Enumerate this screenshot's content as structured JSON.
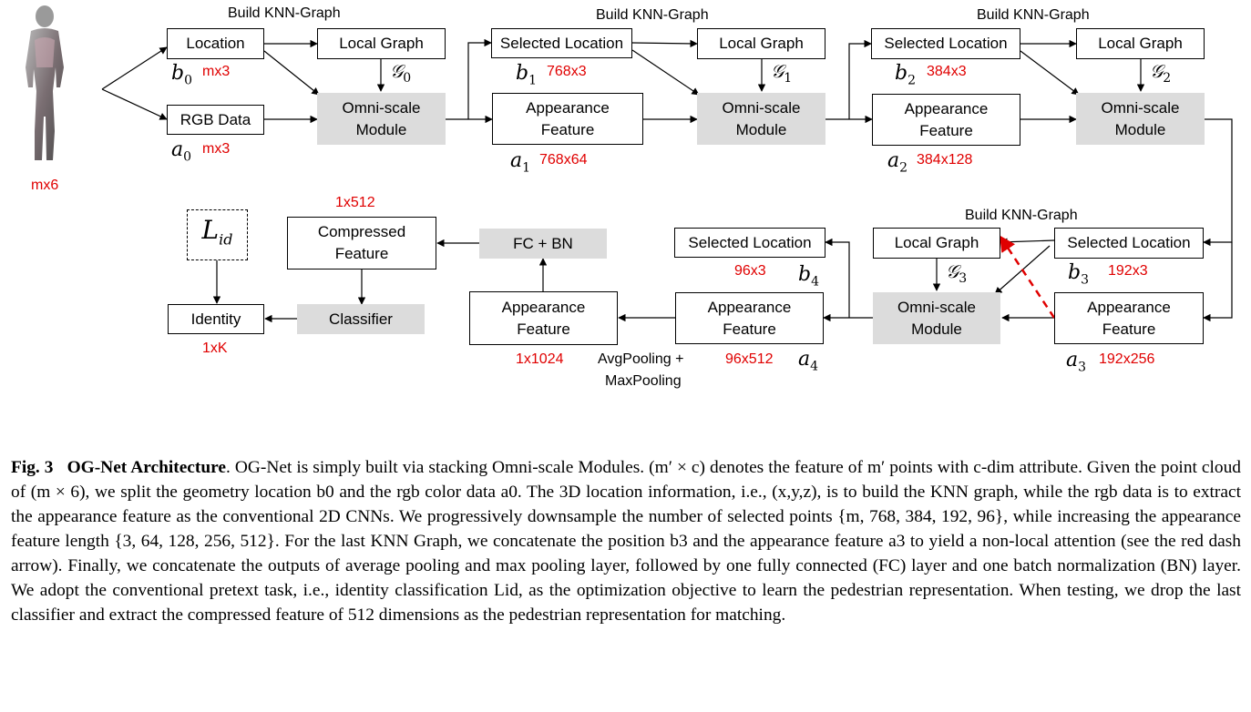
{
  "input": {
    "shape_label": "mx6"
  },
  "knn_title": "Build KNN-Graph",
  "stage0": {
    "location": "Location",
    "rgb": "RGB Data",
    "local_graph": "Local Graph",
    "omni": "Omni-scale Module",
    "b_var": "b",
    "b_sub": "0",
    "b_shape": "mx3",
    "a_var": "a",
    "a_sub": "0",
    "a_shape": "mx3",
    "g_sub": "0"
  },
  "stage1": {
    "selected": "Selected Location",
    "appearance": "Appearance Feature",
    "local_graph": "Local Graph",
    "omni": "Omni-scale Module",
    "b_sub": "1",
    "b_shape": "768x3",
    "a_sub": "1",
    "a_shape": "768x64",
    "g_sub": "1"
  },
  "stage2": {
    "selected": "Selected Location",
    "appearance": "Appearance Feature",
    "local_graph": "Local Graph",
    "omni": "Omni-scale Module",
    "b_sub": "2",
    "b_shape": "384x3",
    "a_sub": "2",
    "a_shape": "384x128",
    "g_sub": "2"
  },
  "stage3": {
    "selected": "Selected Location",
    "appearance": "Appearance Feature",
    "local_graph": "Local Graph",
    "omni": "Omni-scale Module",
    "b_sub": "3",
    "b_shape": "192x3",
    "a_sub": "3",
    "a_shape": "192x256",
    "g_sub": "3"
  },
  "stage4": {
    "selected": "Selected Location",
    "appearance": "Appearance Feature",
    "b_sub": "4",
    "b_shape": "96x3",
    "a_sub": "4",
    "a_shape": "96x512"
  },
  "head": {
    "pooled": "Appearance Feature",
    "pooled_shape": "1x1024",
    "pooling_label_1": "AvgPooling +",
    "pooling_label_2": "MaxPooling",
    "fcbn": "FC + BN",
    "compressed": "Compressed Feature",
    "compressed_shape": "1x512",
    "classifier": "Classifier",
    "identity": "Identity",
    "identity_shape": "1xK",
    "loss_var": "L",
    "loss_sub": "id"
  },
  "caption": {
    "fig_label": "Fig. 3",
    "title": "OG-Net Architecture",
    "text": ". OG-Net is simply built via stacking Omni-scale Modules. (m′ × c) denotes the feature of m′ points with c-dim attribute. Given the point cloud of (m × 6), we split the geometry location b0 and the rgb color data a0. The 3D location information, i.e., (x,y,z), is to build the KNN graph, while the rgb data is to extract the appearance feature as the conventional 2D CNNs. We progressively downsample the number of selected points {m, 768, 384, 192, 96}, while increasing the appearance feature length {3, 64, 128, 256, 512}. For the last KNN Graph, we concatenate the position b3 and the appearance feature a3 to yield a non-local attention (see the red dash arrow). Finally, we concatenate the outputs of average pooling and max pooling layer, followed by one fully connected (FC) layer and one batch normalization (BN) layer. We adopt the conventional pretext task, i.e., identity classification Lid, as the optimization objective to learn the pedestrian representation. When testing, we drop the last classifier and extract the compressed feature of 512 dimensions as the pedestrian representation for matching."
  },
  "colors": {
    "annotation": "#e00000",
    "module_fill": "#dcdcdc"
  }
}
